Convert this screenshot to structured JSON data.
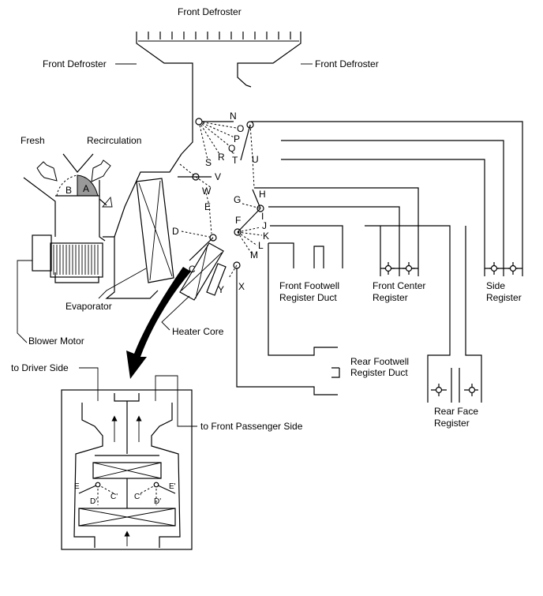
{
  "labels": {
    "front_defroster_top": "Front Defroster",
    "front_defroster_left": "Front Defroster",
    "front_defroster_right": "Front Defroster",
    "fresh": "Fresh",
    "recirculation": "Recirculation",
    "evaporator": "Evaporator",
    "blower_motor": "Blower Motor",
    "heater_core": "Heater Core",
    "front_footwell_register_duct_1": "Front Footwell",
    "front_footwell_register_duct_2": "Register Duct",
    "front_center_register_1": "Front Center",
    "front_center_register_2": "Register",
    "side_register_1": "Side",
    "side_register_2": "Register",
    "rear_footwell_register_duct_1": "Rear Footwell",
    "rear_footwell_register_duct_2": "Register Duct",
    "rear_face_register_1": "Rear Face",
    "rear_face_register_2": "Register",
    "to_driver_side": "to Driver Side",
    "to_front_passenger_side": "to Front Passenger Side"
  },
  "damper_letters": {
    "A": "A",
    "B": "B",
    "C": "C",
    "D": "D",
    "E": "E",
    "F": "F",
    "G": "G",
    "H": "H",
    "I": "I",
    "J": "J",
    "K": "K",
    "L": "L",
    "M": "M",
    "N": "N",
    "O": "O",
    "P": "P",
    "Q": "Q",
    "R": "R",
    "S": "S",
    "T": "T",
    "U": "U",
    "V": "V",
    "W": "W",
    "X": "X",
    "Y": "Y"
  },
  "inset_letters": {
    "E": "E",
    "E_prime": "E'",
    "D_prime_left": "D'",
    "C_prime_left": "C'",
    "C_prime_right": "C'",
    "D_prime_right": "D'"
  }
}
